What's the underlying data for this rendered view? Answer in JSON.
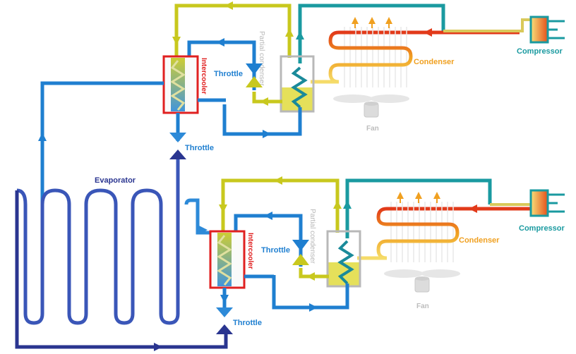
{
  "labels": {
    "compressor": "Compressor",
    "condenser": "Condenser",
    "fan": "Fan",
    "partial_condenser": "Partial condenser",
    "throttle": "Throttle",
    "intercooler": "Intercooler",
    "evaporator": "Evaporator"
  },
  "colors": {
    "teal": "#1a9aa0",
    "yellow_green": "#c8c81e",
    "blue": "#1f7fd0",
    "navy": "#2a3590",
    "red": "#e02020",
    "orange": "#f0a020",
    "gray": "#b8b8b8",
    "compressor_text": "#1a9aa0",
    "condenser_text": "#f0a020",
    "throttle_text": "#1f7fd0",
    "intercooler_text": "#e02020",
    "evaporator_text": "#2a3590",
    "fan_text": "#bdbdbd"
  }
}
